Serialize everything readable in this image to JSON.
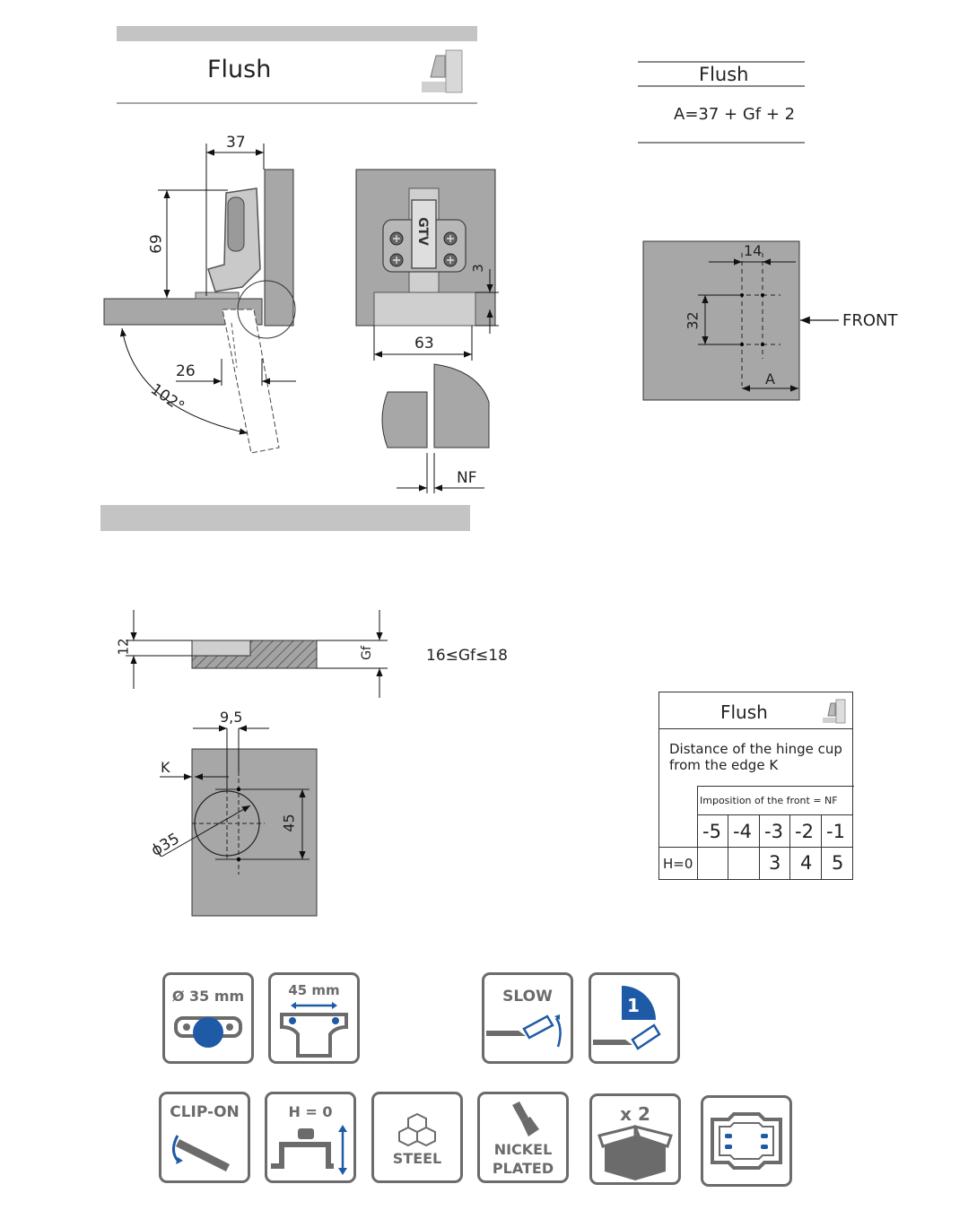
{
  "header": {
    "title_left": "Flush",
    "title_right": "Flush",
    "formula": "A=37 + Gf + 2"
  },
  "dims": {
    "d37": "37",
    "d69": "69",
    "d26": "26",
    "angle": "102°",
    "d63": "63",
    "d3": "3",
    "nf": "NF",
    "brand": "GTV",
    "d14": "14",
    "d32": "32",
    "a": "A",
    "front": "FRONT",
    "d12": "12",
    "gf": "Gf",
    "gf_range": "16≤Gf≤18",
    "d9_5": "9,5",
    "k": "K",
    "d45": "45",
    "d35": "ϕ35"
  },
  "table": {
    "title": "Flush",
    "desc_line1": "Distance of the hinge cup",
    "desc_line2": "from the edge K",
    "imposition": "Imposition of the front = NF",
    "nf_values": [
      "-5",
      "-4",
      "-3",
      "-2",
      "-1"
    ],
    "row_label": "H=0",
    "k_values": [
      "",
      "",
      "3",
      "4",
      "5"
    ]
  },
  "icons": {
    "cup": "Ø 35 mm",
    "spacing": "45 mm",
    "slow": "SLOW",
    "badge_1": "1",
    "clip_on": "CLIP-ON",
    "h0": "H = 0",
    "steel": "STEEL",
    "nickel_1": "NICKEL",
    "nickel_2": "PLATED",
    "x2": "x 2"
  },
  "colors": {
    "grey_panel": "#a7a7a7",
    "line_grey": "#c4c4c4",
    "icon_grey": "#6b6b6b",
    "accent_blue": "#1f5aa6"
  }
}
